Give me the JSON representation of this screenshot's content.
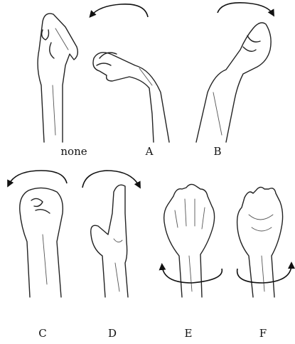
{
  "figure": {
    "panels": [
      {
        "label": "none",
        "gesture": "neutral hand"
      },
      {
        "label": "A",
        "gesture": "wrist flexion",
        "arrow": "counter-clockwise"
      },
      {
        "label": "B",
        "gesture": "wrist extension",
        "arrow": "clockwise"
      },
      {
        "label": "C",
        "gesture": "radial deviation",
        "arrow": "counter-clockwise"
      },
      {
        "label": "D",
        "gesture": "ulnar deviation",
        "arrow": "clockwise"
      },
      {
        "label": "E",
        "gesture": "pronation",
        "arrow": "counter-clockwise"
      },
      {
        "label": "F",
        "gesture": "supination",
        "arrow": "clockwise"
      }
    ]
  }
}
